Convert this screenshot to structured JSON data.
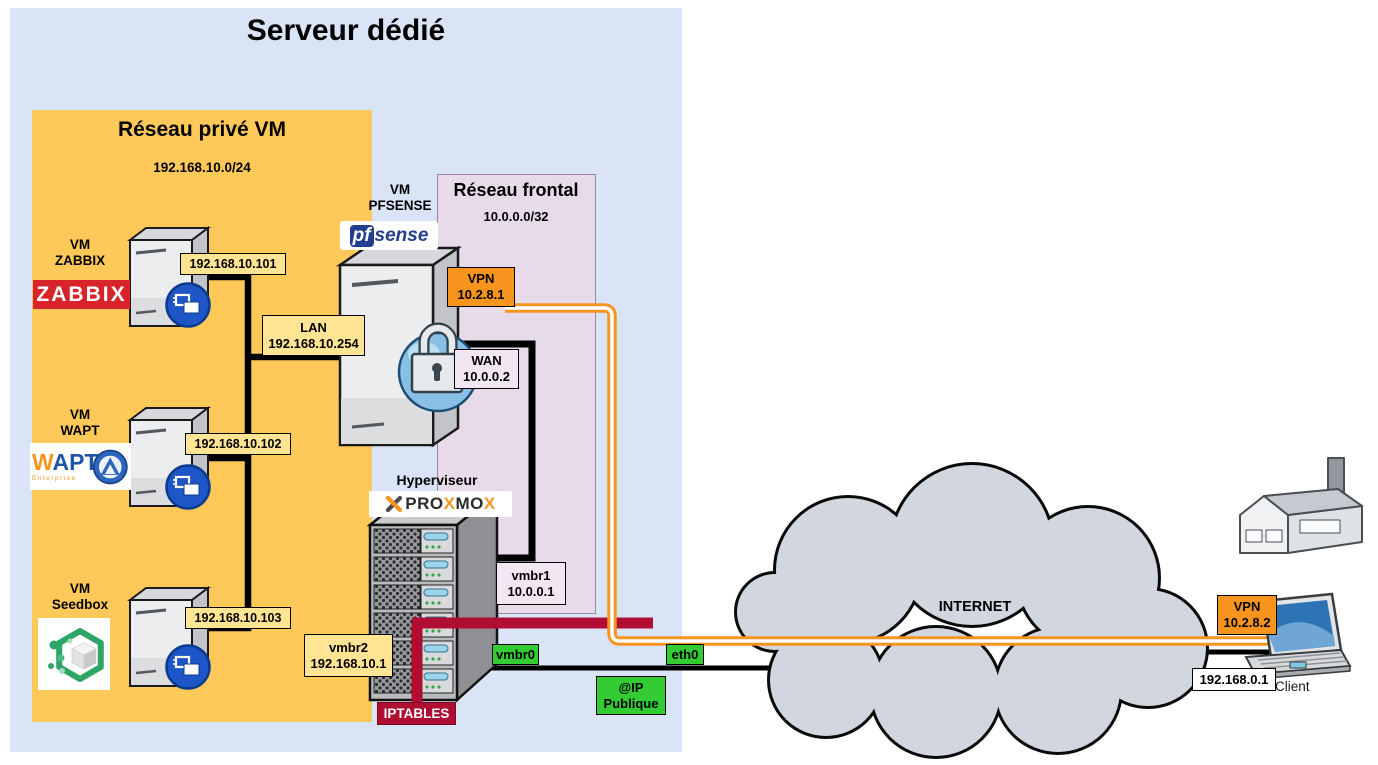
{
  "title": "Serveur dédié",
  "private_network": {
    "title": "Réseau privé VM",
    "subnet": "192.168.10.0/24"
  },
  "frontal_network": {
    "title": "Réseau frontal",
    "subnet": "10.0.0.0/32"
  },
  "vm_zabbix": {
    "name1": "VM",
    "name2": "ZABBIX",
    "logo": "ZABBIX",
    "ip": "192.168.10.101"
  },
  "vm_wapt": {
    "name1": "VM",
    "name2": "WAPT",
    "logo_w": "W",
    "logo_apt": "APT",
    "logo_sub": "Enterprise",
    "ip": "192.168.10.102"
  },
  "vm_seedbox": {
    "name1": "VM",
    "name2": "Seedbox",
    "ip": "192.168.10.103"
  },
  "vm_pfsense": {
    "name1": "VM",
    "name2": "PFSENSE",
    "logo_pf": "pf",
    "logo_sense": "sense"
  },
  "lan": {
    "line1": "LAN",
    "line2": "192.168.10.254"
  },
  "vpn_server": {
    "line1": "VPN",
    "line2": "10.2.8.1"
  },
  "wan": {
    "line1": "WAN",
    "line2": "10.0.0.2"
  },
  "hypervisor": {
    "title": "Hyperviseur",
    "logo_p1": "PRO",
    "logo_x1": "X",
    "logo_p2": "MO",
    "logo_x2": "X"
  },
  "vmbr1": {
    "line1": "vmbr1",
    "line2": "10.0.0.1"
  },
  "vmbr2": {
    "line1": "vmbr2",
    "line2": "192.168.10.1"
  },
  "iptables": {
    "label": "IPTABLES"
  },
  "vmbr0": {
    "label": "vmbr0"
  },
  "eth0": {
    "label": "eth0"
  },
  "public_ip": {
    "line1": "@IP",
    "line2": "Publique"
  },
  "internet": {
    "label": "INTERNET"
  },
  "vpn_client": {
    "line1": "VPN",
    "line2": "10.2.8.2"
  },
  "client": {
    "ip": "192.168.0.1",
    "label": "Client"
  },
  "colors": {
    "server_box_bg": "#D9E5F6",
    "private_box_bg": "#FFC95A",
    "frontal_box_bg": "#E7DBEA",
    "yellow_label_bg": "#FFE493",
    "vpn_orange": "#F7941E",
    "interface_green": "#33CC33",
    "iptables_red": "#B00D33",
    "zabbix_red": "#D8232A",
    "pfsense_blue": "#243E8F",
    "tunnel_orange": "#F7941E"
  }
}
